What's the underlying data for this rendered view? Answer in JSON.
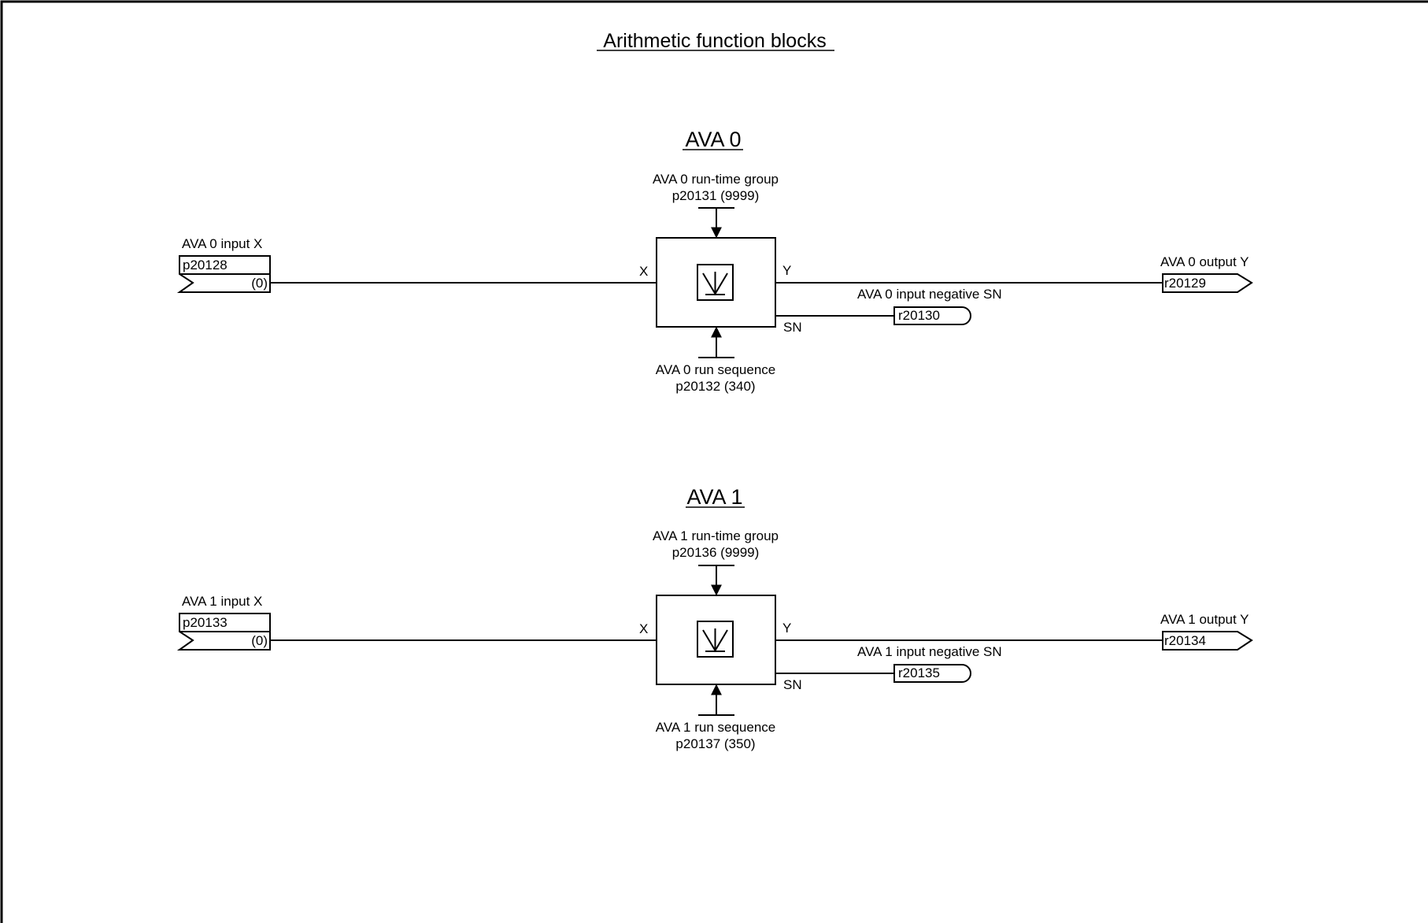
{
  "page": {
    "title": "Arithmetic function blocks"
  },
  "blocks": [
    {
      "name": "AVA 0",
      "runtime_group_label": "AVA 0 run-time group",
      "runtime_group_param": "p20131 (9999)",
      "run_sequence_label": "AVA 0 run sequence",
      "run_sequence_param": "p20132 (340)",
      "input_label": "AVA 0 input X",
      "input_param": "p20128",
      "input_default": "(0)",
      "port_x": "X",
      "port_y": "Y",
      "port_sn": "SN",
      "output_label": "AVA 0 output Y",
      "output_param": "r20129",
      "sn_label": "AVA 0 input negative SN",
      "sn_param": "r20130"
    },
    {
      "name": "AVA 1",
      "runtime_group_label": "AVA 1 run-time group",
      "runtime_group_param": "p20136 (9999)",
      "run_sequence_label": "AVA 1 run sequence",
      "run_sequence_param": "p20137 (350)",
      "input_label": "AVA 1 input X",
      "input_param": "p20133",
      "input_default": "(0)",
      "port_x": "X",
      "port_y": "Y",
      "port_sn": "SN",
      "output_label": "AVA 1 output Y",
      "output_param": "r20134",
      "sn_label": "AVA 1 input negative SN",
      "sn_param": "r20135"
    }
  ]
}
